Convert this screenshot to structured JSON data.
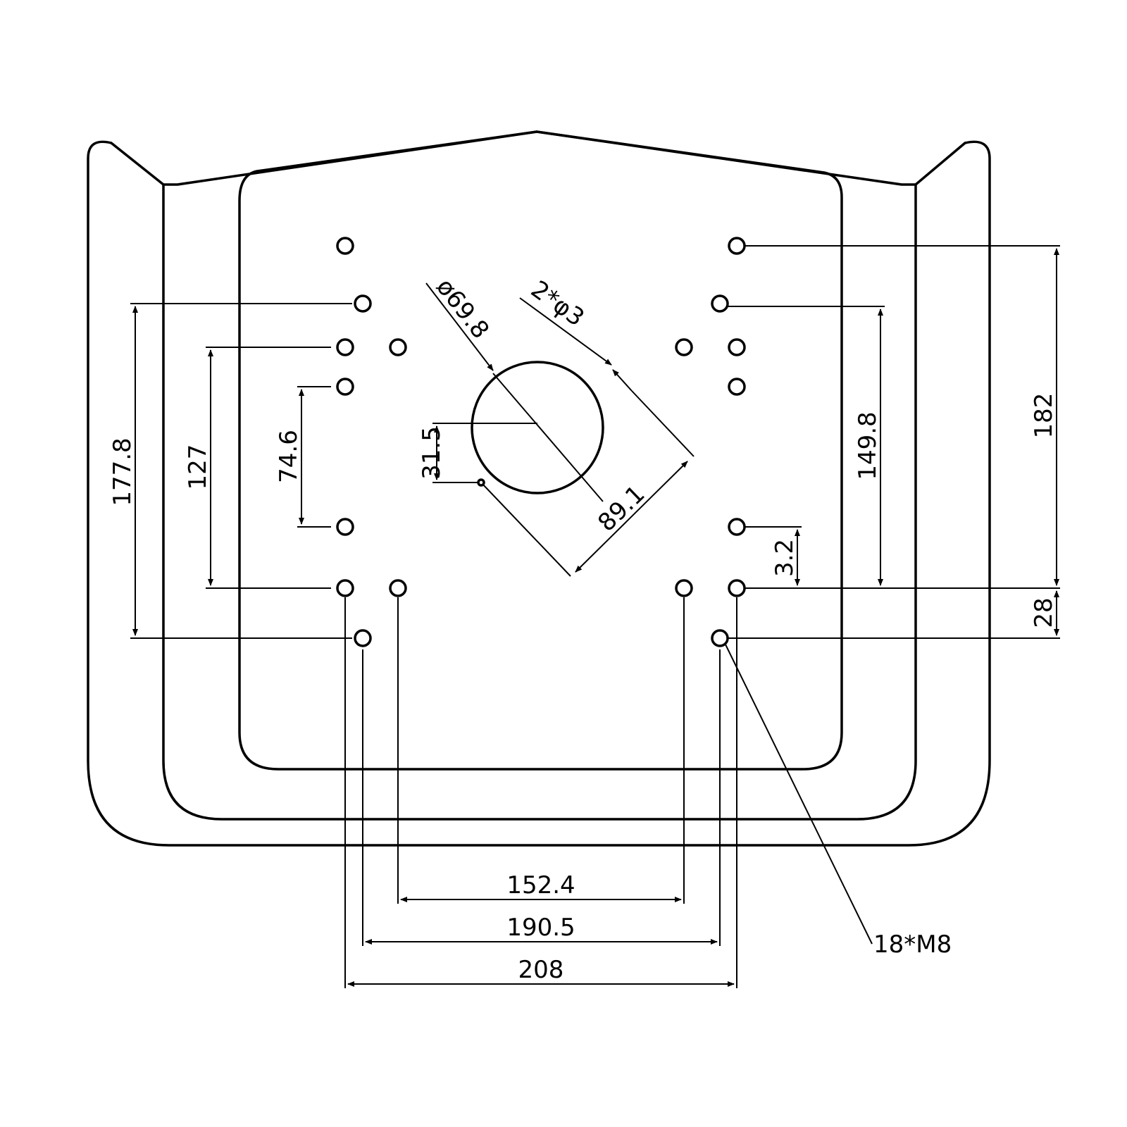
{
  "diagram": {
    "callout": "18*M8",
    "dimensions": {
      "d_177_8": "177.8",
      "d_127": "127",
      "d_74_6": "74.6",
      "d_31_5": "31.5",
      "d_149_8": "149.8",
      "d_182": "182",
      "d_3_2": "3.2",
      "d_28": "28",
      "d_152_4": "152.4",
      "d_190_5": "190.5",
      "d_208": "208",
      "d_dia_69_8": "ø69.8",
      "d_2_phi_3": "2*φ3",
      "d_89_1": "89.1"
    }
  }
}
